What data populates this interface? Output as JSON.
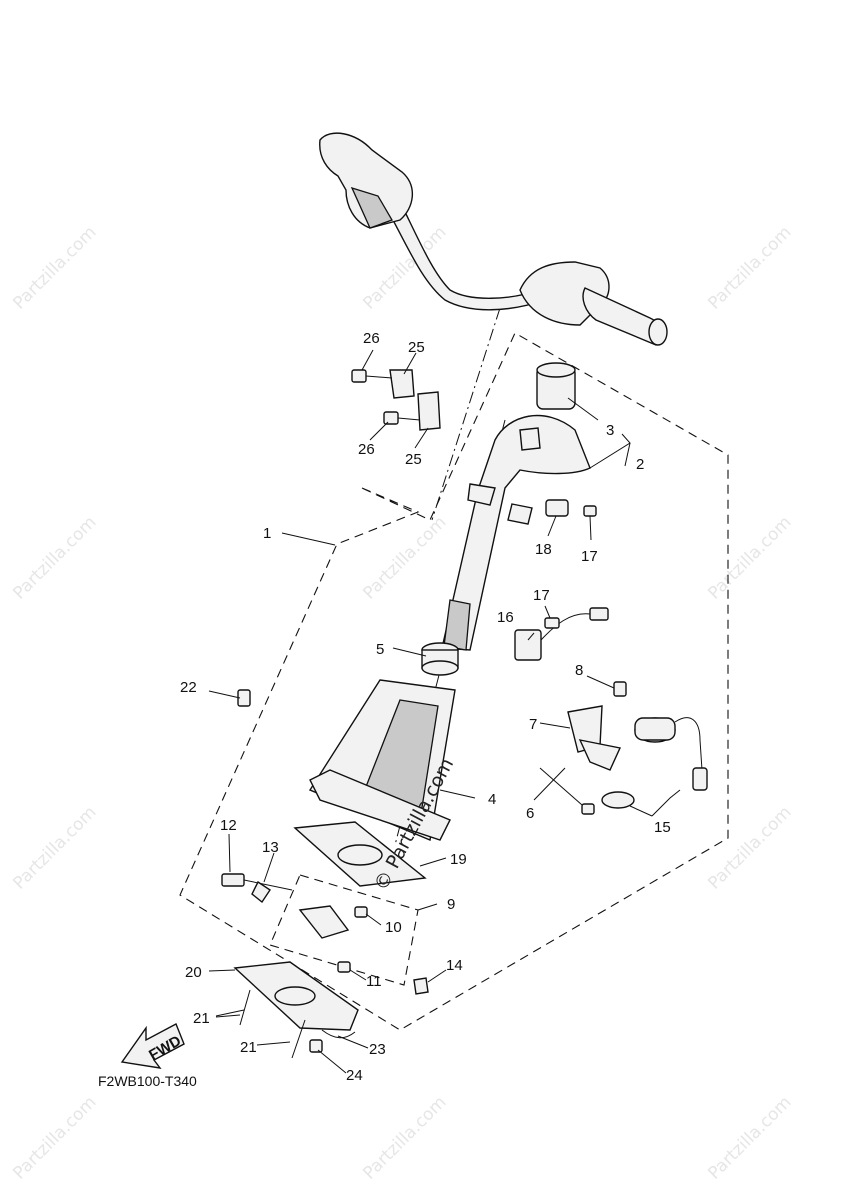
{
  "diagram_code": "F2WB100-T340",
  "fwd_label": "FWD",
  "watermark": "Partzilla.com",
  "watermark_center": "© Partzilla.com",
  "callouts": [
    {
      "id": "c1",
      "text": "1"
    },
    {
      "id": "c2",
      "text": "2"
    },
    {
      "id": "c3",
      "text": "3"
    },
    {
      "id": "c4",
      "text": "4"
    },
    {
      "id": "c5",
      "text": "5"
    },
    {
      "id": "c6",
      "text": "6"
    },
    {
      "id": "c7",
      "text": "7"
    },
    {
      "id": "c8",
      "text": "8"
    },
    {
      "id": "c9",
      "text": "9"
    },
    {
      "id": "c10",
      "text": "10"
    },
    {
      "id": "c11",
      "text": "11"
    },
    {
      "id": "c12",
      "text": "12"
    },
    {
      "id": "c13",
      "text": "13"
    },
    {
      "id": "c14",
      "text": "14"
    },
    {
      "id": "c15",
      "text": "15"
    },
    {
      "id": "c16",
      "text": "16"
    },
    {
      "id": "c17a",
      "text": "17"
    },
    {
      "id": "c17b",
      "text": "17"
    },
    {
      "id": "c18",
      "text": "18"
    },
    {
      "id": "c19",
      "text": "19"
    },
    {
      "id": "c20",
      "text": "20"
    },
    {
      "id": "c21a",
      "text": "21"
    },
    {
      "id": "c21b",
      "text": "21"
    },
    {
      "id": "c22",
      "text": "22"
    },
    {
      "id": "c23",
      "text": "23"
    },
    {
      "id": "c24",
      "text": "24"
    },
    {
      "id": "c25a",
      "text": "25"
    },
    {
      "id": "c25b",
      "text": "25"
    },
    {
      "id": "c26a",
      "text": "26"
    },
    {
      "id": "c26b",
      "text": "26"
    }
  ]
}
